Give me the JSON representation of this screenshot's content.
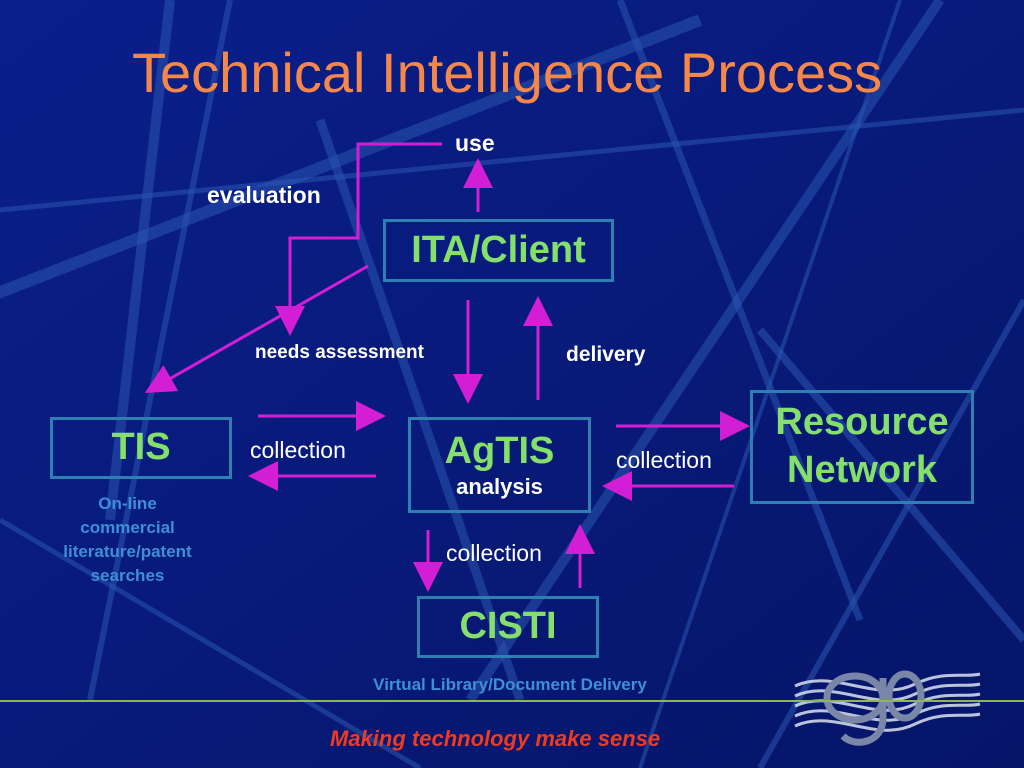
{
  "title": "Technical Intelligence Process",
  "nodes": {
    "ita_client": "ITA/Client",
    "tis": "TIS",
    "agtis": "AgTIS",
    "agtis_sub": "analysis",
    "resource_network_line1": "Resource",
    "resource_network_line2": "Network",
    "cisti": "CISTI"
  },
  "labels": {
    "use": "use",
    "evaluation": "evaluation",
    "needs_assessment": "needs assessment",
    "delivery": "delivery",
    "collection_tis": "collection",
    "collection_resource": "collection",
    "collection_cisti": "collection"
  },
  "notes": {
    "tis_line1": "On-line",
    "tis_line2": "commercial",
    "tis_line3": "literature/patent",
    "tis_line4": "searches",
    "cisti": "Virtual Library/Document Delivery"
  },
  "tagline": "Making technology make sense",
  "colors": {
    "background": "#071a7a",
    "title": "#f5874a",
    "node_text": "#84e06a",
    "box_border": "#2f7fb0",
    "arrow": "#d41ed6",
    "note": "#3f8fd6",
    "tagline": "#ef3a1e"
  }
}
